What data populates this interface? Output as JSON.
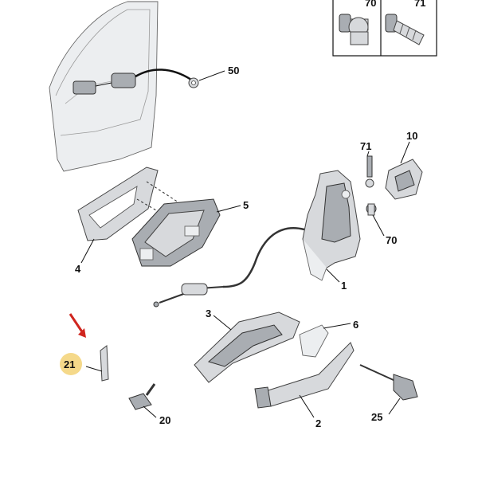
{
  "callouts": {
    "c50": "50",
    "c70_inset": "70",
    "c71_inset": "71",
    "c71": "71",
    "c10": "10",
    "c5": "5",
    "c70": "70",
    "c4": "4",
    "c1": "1",
    "c3": "3",
    "c6": "6",
    "c21": "21",
    "c2": "2",
    "c25": "25",
    "c20": "20"
  },
  "colors": {
    "highlight_fill": "#f5d98a",
    "arrow": "#d0261f",
    "part_fill": "#d7d9dc"
  },
  "icons": {
    "highlight_arrow": "arrow-down-left-icon"
  }
}
